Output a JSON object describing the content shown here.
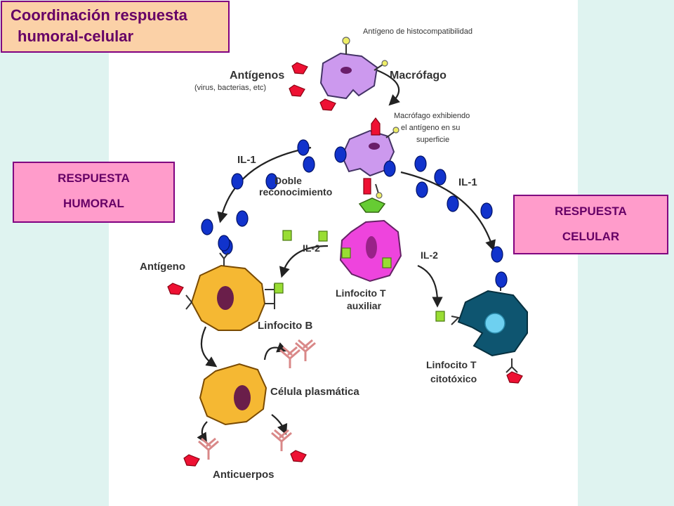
{
  "title": {
    "line1": "Coordinación respuesta",
    "line2": "humoral-celular"
  },
  "humoral": {
    "line1": "RESPUESTA",
    "line2": "HUMORAL"
  },
  "celular": {
    "line1": "RESPUESTA",
    "line2": "CELULAR"
  },
  "labels": {
    "histo": "Antígeno de histocompatibilidad",
    "antigenos": "Antígenos",
    "antigenos_sub": "(virus, bacterias, etc)",
    "macrofago": "Macrófago",
    "exhibiendo1": "Macrófago exhibiendo",
    "exhibiendo2": "el antígeno en su",
    "exhibiendo3": "superficie",
    "il1_left": "IL-1",
    "il1_right": "IL-1",
    "doble1": "Doble",
    "doble2": "reconocimiento",
    "il2_left": "IL-2",
    "il2_right": "IL-2",
    "antigeno": "Antígeno",
    "linfo_t1": "Linfocito T",
    "linfo_t2": "auxiliar",
    "linfo_b": "Linfocito B",
    "linfo_c1": "Linfocito T",
    "linfo_c2": "citotóxico",
    "plasmatica": "Célula plasmática",
    "anticuerpos": "Anticuerpos"
  },
  "colors": {
    "background": "#dff3f0",
    "panel": "#ffffff",
    "title_box": "#fbd1a7",
    "response_box": "#ff9ccb",
    "border_text": "#800080",
    "macrophage": "#cc99ee",
    "t_helper": "#ee44dd",
    "b_cell": "#f5b833",
    "cytotoxic": "#0e5570",
    "cytotoxic_nucleus": "#6ed0f0",
    "il1": "#1133cc",
    "il2": "#99dd33",
    "antigen": "#ee1133",
    "antibody": "#d98888"
  }
}
